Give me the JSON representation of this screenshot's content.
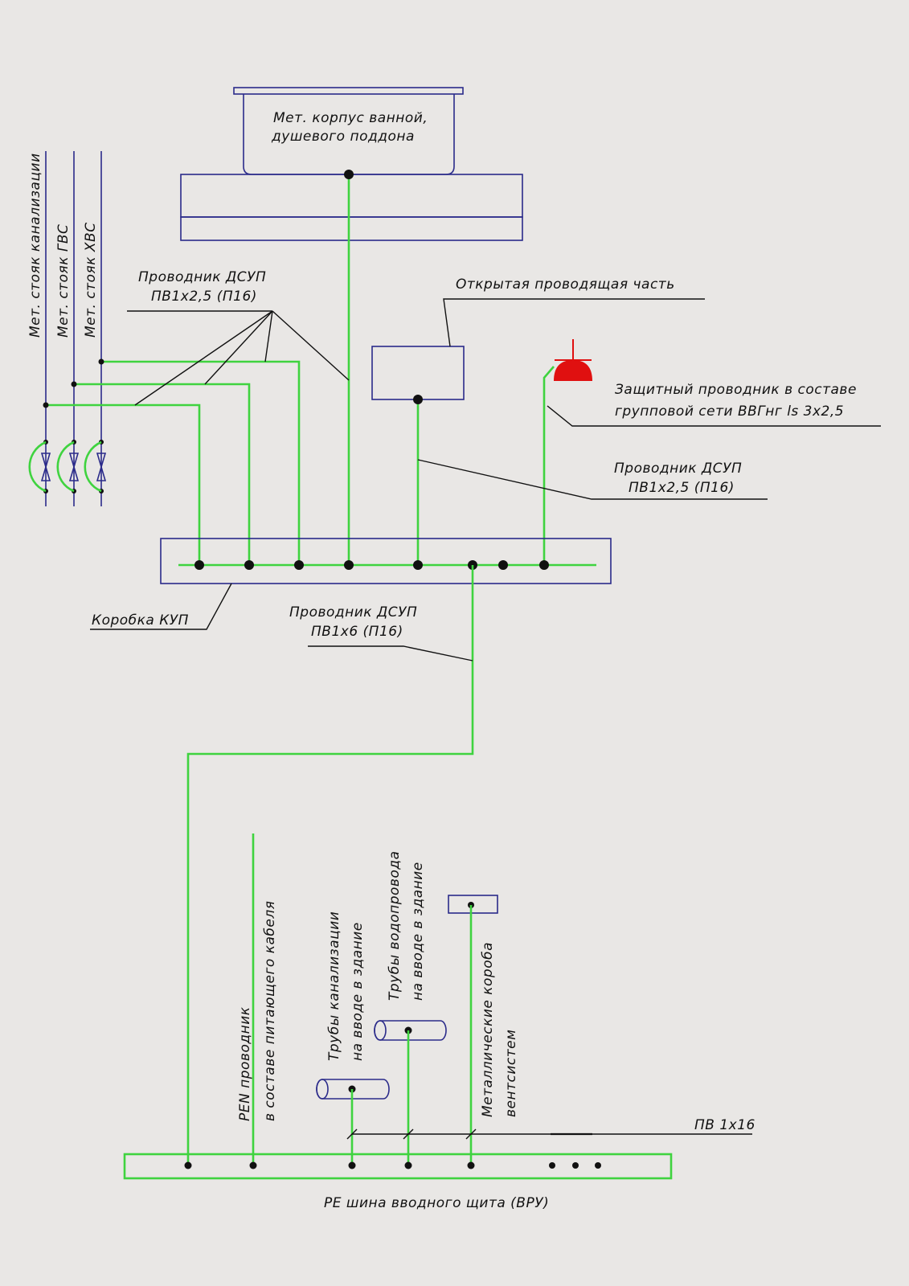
{
  "labels": {
    "bath": [
      "Мет. корпус ванной,",
      "душевого поддона"
    ],
    "riser_sewer": "Мет. стояк канализации",
    "riser_hot": "Мет. стояк ГВС",
    "riser_cold": "Мет. стояк ХВС",
    "conductor_top": [
      "Проводник ДСУП",
      "ПВ1х2,5 (П16)"
    ],
    "exposed_part": "Открытая проводящая часть",
    "protective": [
      "Защитный проводник в составе",
      "групповой сети ВВГнг ls 3х2,5"
    ],
    "conductor_mid": [
      "Проводник ДСУП",
      "ПВ1х2,5 (П16)"
    ],
    "kup_box": "Коробка КУП",
    "conductor_main": [
      "Проводник ДСУП",
      "ПВ1х6 (П16)"
    ],
    "pen": [
      "PEN проводник",
      "в составе питающего кабеля"
    ],
    "sewer_pipes": [
      "Трубы канализации",
      "на вводе в здание"
    ],
    "water_pipes": [
      "Трубы водопровода",
      "на вводе в здание"
    ],
    "vent": [
      "Металлические короба",
      "вентсистем"
    ],
    "pv": "ПВ 1х16",
    "pe_bus": "PE шина вводного щита (ВРУ)"
  },
  "colors": {
    "conductor": "#3fd33f",
    "outline": "#2b2b8a",
    "leader": "#111111",
    "socket": "#e01010",
    "background": "#e9e7e5"
  }
}
